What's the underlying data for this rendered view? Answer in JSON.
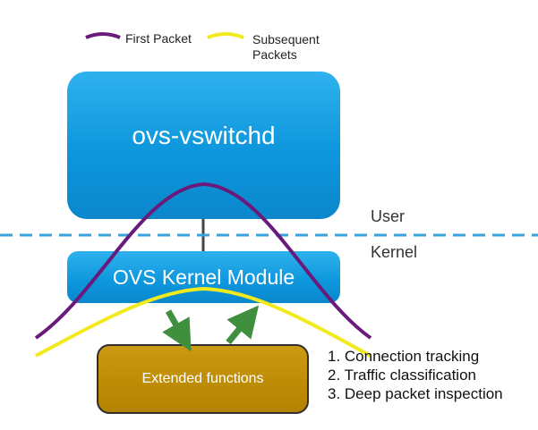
{
  "legend": {
    "first_packet": {
      "label": "First Packet",
      "color": "#6a1a7a"
    },
    "subsequent_packets": {
      "label": "Subsequent Packets",
      "color": "#f2ea1e"
    }
  },
  "userspace": {
    "box_label": "ovs-vswitchd",
    "color": "#0d96dc"
  },
  "kernel": {
    "box_label": "OVS Kernel Module",
    "color": "#0d96dc"
  },
  "boundary": {
    "user_label": "User",
    "kernel_label": "Kernel",
    "line_color": "#3aa3dc"
  },
  "extended": {
    "box_label": "Extended functions",
    "color": "#bf8c00",
    "arrow_color": "#3f8f3f"
  },
  "functions": [
    "1. Connection tracking",
    "2. Traffic classification",
    "3. Deep packet inspection"
  ]
}
